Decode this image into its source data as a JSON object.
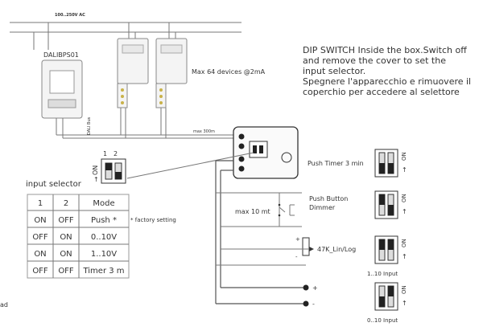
{
  "supply_label": "100..250V AC",
  "psu_label": "DALIBPS01",
  "dali_bus_label": "DALI Bus",
  "max_devices_label": "Max 64 devices @2mA",
  "max_distance_label": "max 300m",
  "note_en": [
    "DIP SWITCH Inside the box.Switch off",
    "and  remove the cover to set the",
    "input selector."
  ],
  "note_it": [
    "Spegnere l'apparecchio e rimuovere il",
    "coperchio per accedere al selettore"
  ],
  "input_selector_label": "input selector",
  "dip_on_label": "ON",
  "dip_numbers": [
    "1",
    "2"
  ],
  "mode_table": {
    "headers": [
      "1",
      "2",
      "Mode"
    ],
    "rows": [
      [
        "ON",
        "OFF",
        "Push *"
      ],
      [
        "OFF",
        "ON",
        "0..10V"
      ],
      [
        "ON",
        "ON",
        "1..10V"
      ],
      [
        "OFF",
        "OFF",
        "Timer 3 m"
      ]
    ]
  },
  "factory_note": "* factory setting",
  "push_timer_label": "Push Timer 3 min",
  "push_button_label": [
    "Push Button",
    "Dimmer"
  ],
  "max_10mt_label": "max 10 mt",
  "pot_label": "47K_Lin/Log",
  "input_1_10_label": "1..10 Input",
  "input_0_10_label": "0..10 Input",
  "plus_label": "+",
  "minus_label": "-",
  "corner_text": "ad"
}
